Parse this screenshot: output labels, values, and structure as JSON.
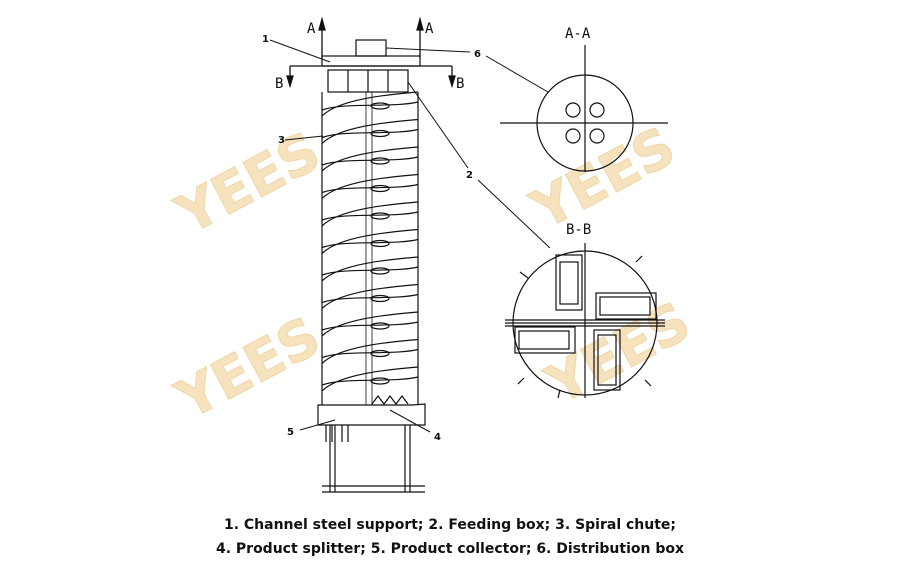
{
  "watermark": "YEES",
  "labels": {
    "n1": "1",
    "n2": "2",
    "n3": "3",
    "n4": "4",
    "n5": "5",
    "n6": "6",
    "aa": "A-A",
    "bb": "B-B",
    "a_left": "A",
    "a_right": "A",
    "b_left": "B",
    "b_right": "B"
  },
  "caption": {
    "line1": "1. Channel steel support; 2. Feeding box; 3. Spiral chute;",
    "line2": "4. Product splitter; 5. Product collector; 6. Distribution box"
  },
  "colors": {
    "line": "#111111",
    "watermark": "#f5dfb2"
  }
}
